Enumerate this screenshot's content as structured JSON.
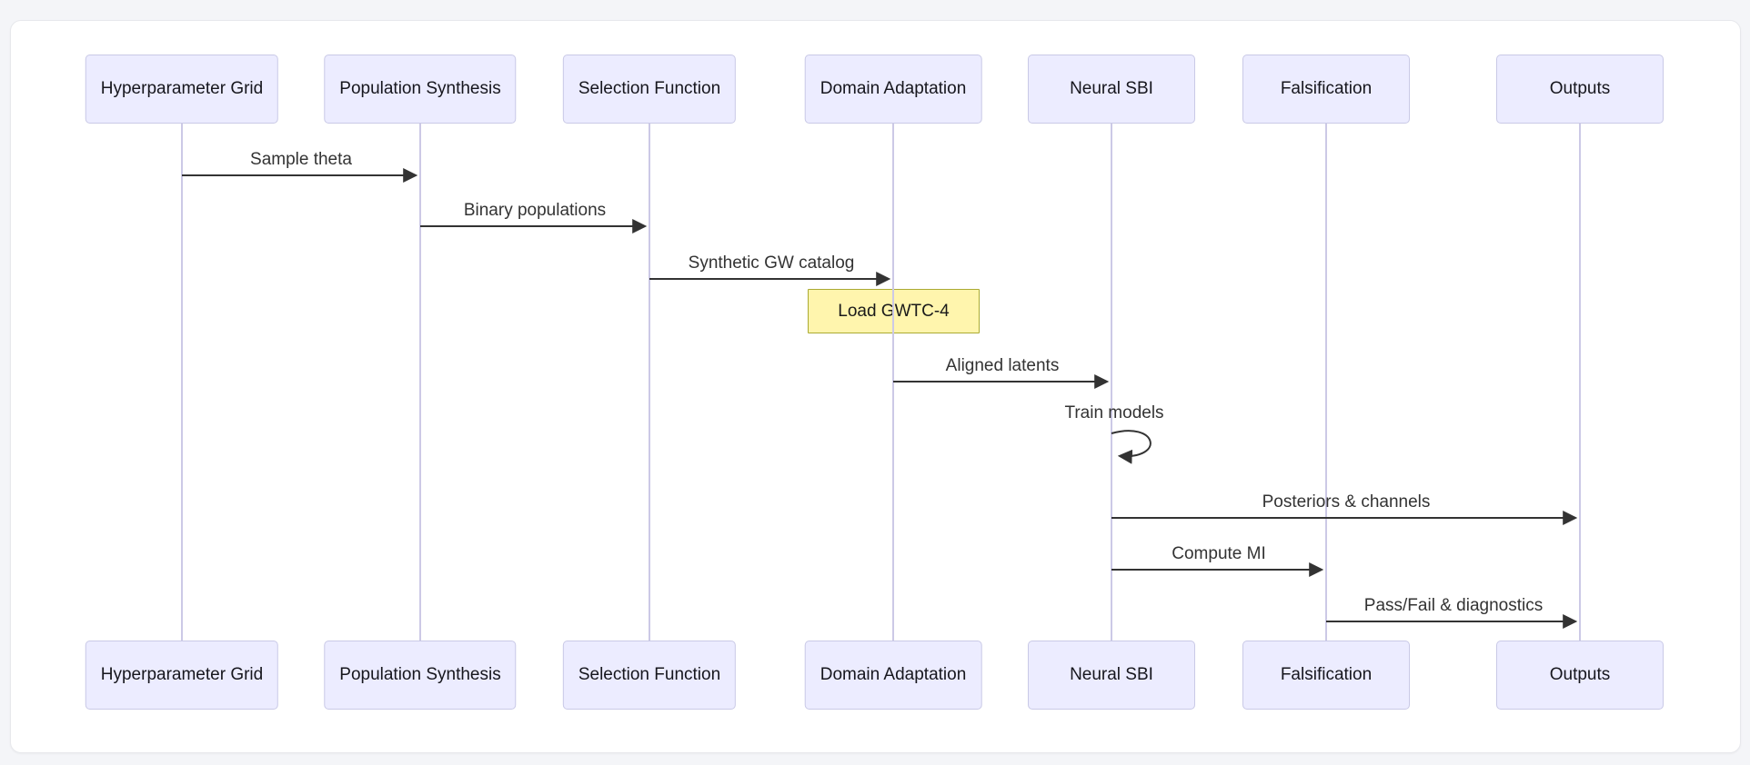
{
  "diagram": {
    "type": "sequence-diagram",
    "actors": [
      "Hyperparameter Grid",
      "Population Synthesis",
      "Selection Function",
      "Domain Adaptation",
      "Neural SBI",
      "Falsification",
      "Outputs"
    ],
    "messages": [
      "Sample theta",
      "Binary populations",
      "Synthetic GW catalog",
      "Aligned latents",
      "Train models",
      "Posteriors & channels",
      "Compute MI",
      "Pass/Fail & diagnostics"
    ],
    "note": "Load GWTC-4",
    "colors": {
      "actor_fill": "#ECECFF",
      "actor_border": "#c9c9e6",
      "lifeline": "#ccc9e6",
      "note_fill": "#fff5ad",
      "note_border": "#aaaa33",
      "arrow": "#333333",
      "canvas": "#ffffff",
      "page_background": "#f4f5f8"
    }
  }
}
